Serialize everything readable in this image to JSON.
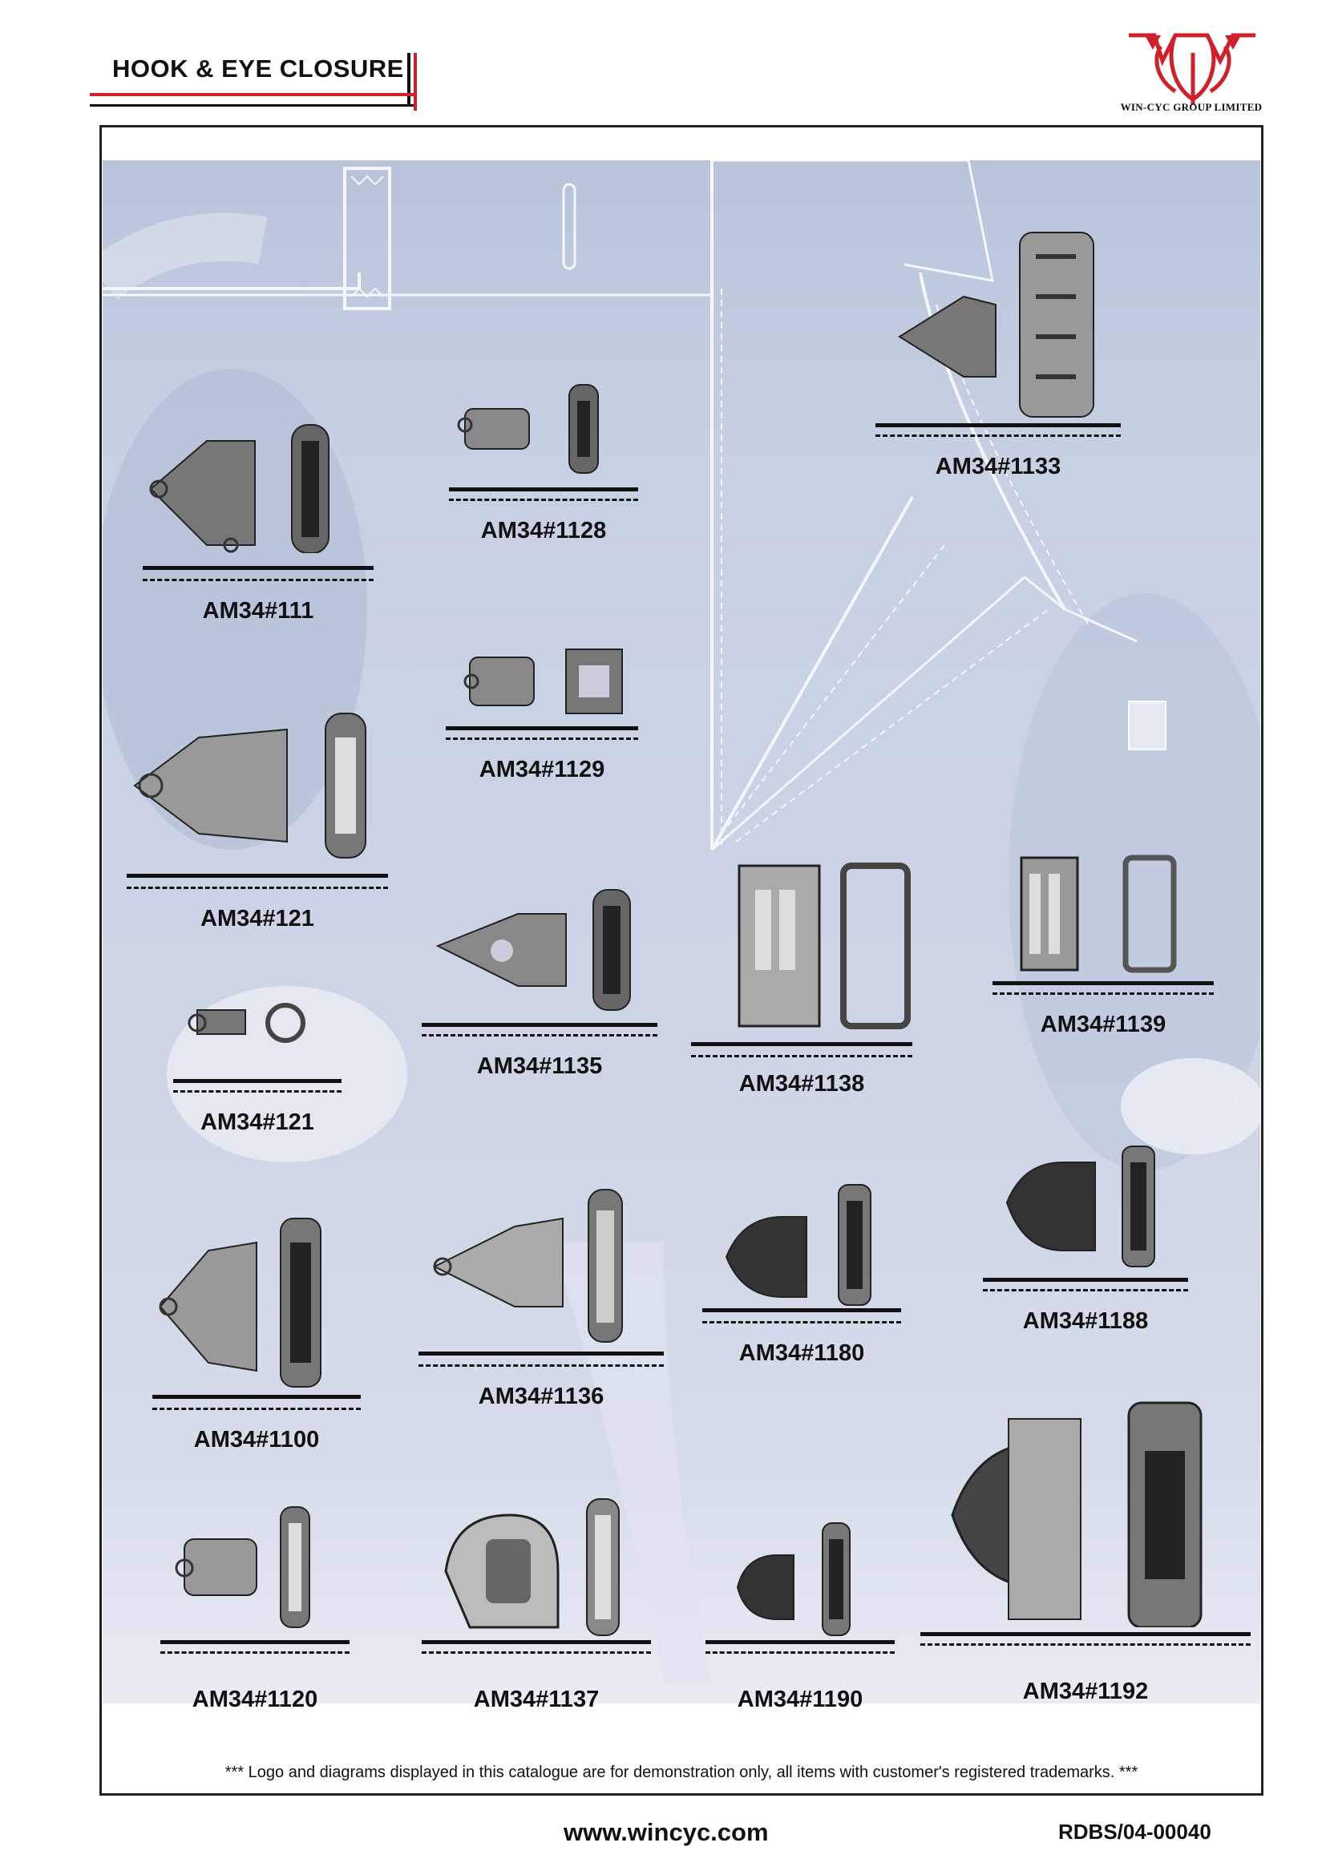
{
  "header": {
    "title": "HOOK & EYE CLOSURE"
  },
  "logo": {
    "text": "WIN-CYC GROUP LIMITED",
    "brand_color": "#d0202a"
  },
  "items": [
    {
      "code": "AM34#111"
    },
    {
      "code": "AM34#1128"
    },
    {
      "code": "AM34#1133"
    },
    {
      "code": "AM34#1129"
    },
    {
      "code": "AM34#121"
    },
    {
      "code": "AM34#121"
    },
    {
      "code": "AM34#1135"
    },
    {
      "code": "AM34#1138"
    },
    {
      "code": "AM34#1139"
    },
    {
      "code": "AM34#1100"
    },
    {
      "code": "AM34#1136"
    },
    {
      "code": "AM34#1180"
    },
    {
      "code": "AM34#1188"
    },
    {
      "code": "AM34#1120"
    },
    {
      "code": "AM34#1137"
    },
    {
      "code": "AM34#1190"
    },
    {
      "code": "AM34#1192"
    }
  ],
  "footer": {
    "disclaimer": "*** Logo and diagrams displayed in this catalogue are for demonstration only, all items with customer's registered trademarks. ***",
    "website": "www.wincyc.com",
    "doc_code": "RDBS/04-00040"
  }
}
